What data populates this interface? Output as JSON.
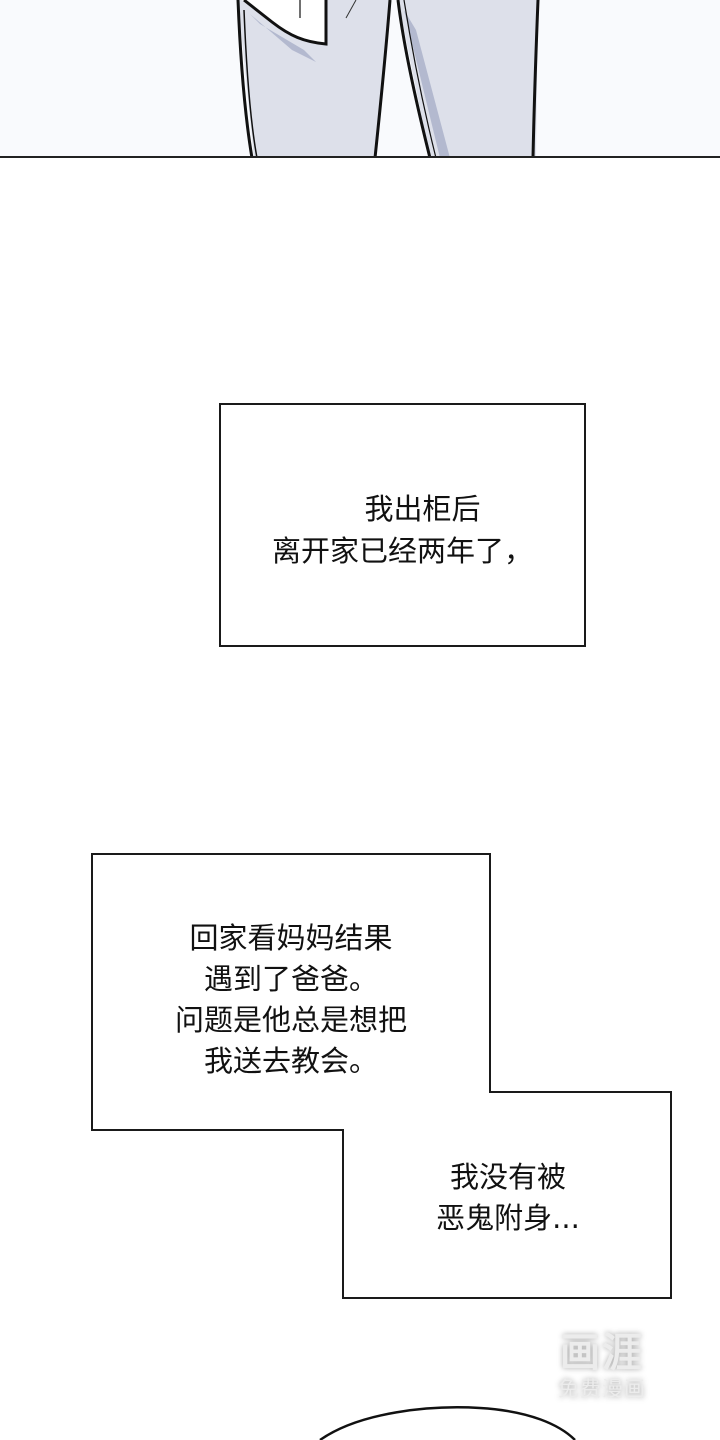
{
  "panels": {
    "top_panel": {
      "description": "legs in light grey trousers",
      "background": "#f9fafd",
      "trouser_color": "#dde0ea",
      "shadow_color": "#b3b9cf"
    }
  },
  "captions": [
    {
      "lines": [
        "我出柜后",
        "离开家已经两年了，"
      ]
    },
    {
      "lines": [
        "回家看妈妈结果",
        "遇到了爸爸。",
        "问题是他总是想把",
        "我送去教会。"
      ]
    },
    {
      "lines": [
        "我没有被",
        "恶鬼附身..."
      ]
    }
  ],
  "watermark": {
    "logo": "画涯",
    "subtitle": "免费漫画"
  }
}
